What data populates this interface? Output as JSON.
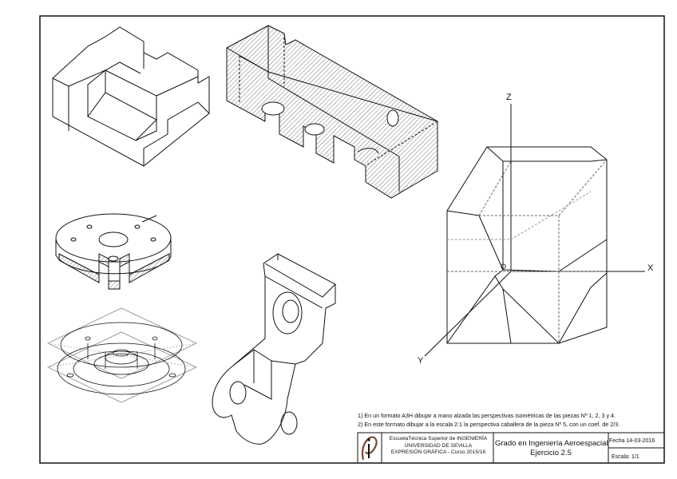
{
  "instructions": [
    "1) En un formato A3H dibujar a mano alzada las perspectivas isométricas de las piezas Nº 1, 2, 3 y 4.",
    "2) En este formato dibujar a la escala 2:1 la perspectiva caballera de la pieza Nº 5, con un coef. de 2/3."
  ],
  "title_block": {
    "school_line1": "EscuelaTécnica Superior de INGENIERÍA",
    "school_line2": "UNIVERSIDAD DE SEVILLA",
    "school_line3": "EXPRESIÓN GRÁFICA - Curso 2015/16",
    "degree": "Grado en Ingeniería Aeroespacial",
    "exercise": "Ejercicio 2.5",
    "date": "Fecha 14-03-2016",
    "scale": "Escala: 1/1"
  },
  "axes": {
    "z": "Z",
    "x": "X",
    "y": "Y",
    "origin": "O"
  },
  "colors": {
    "line": "#111111",
    "logo_brown": "#7a4a2a",
    "section_hatch": "#555555"
  }
}
